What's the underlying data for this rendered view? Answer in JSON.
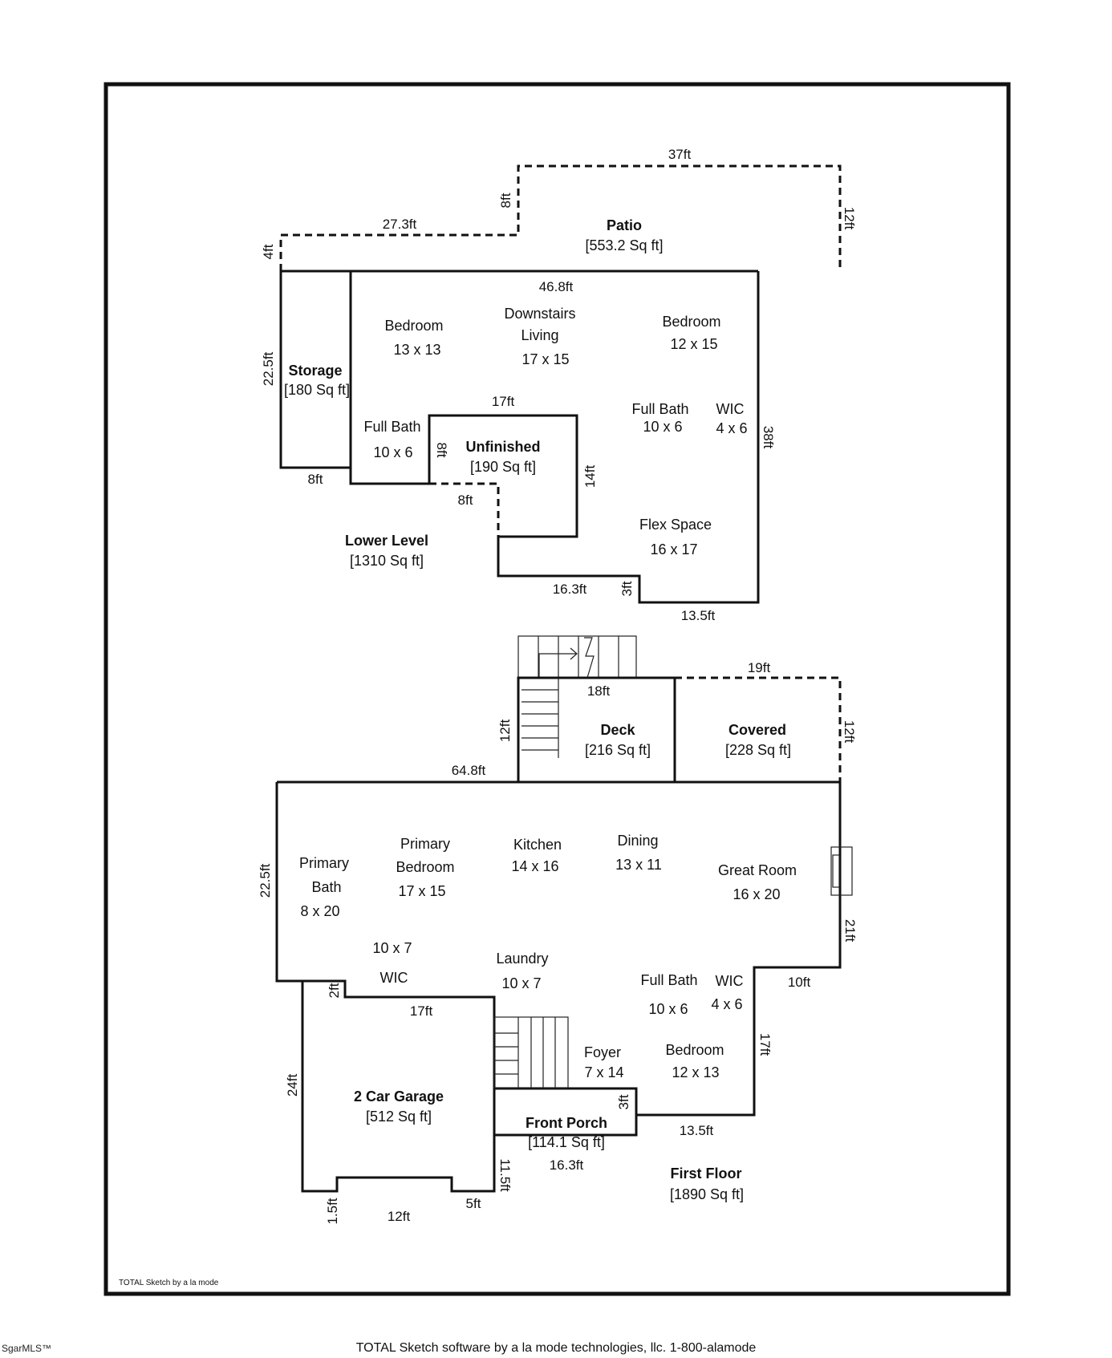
{
  "frame_credit": "TOTAL Sketch by a la mode",
  "footer_credit": "TOTAL Sketch software by a la mode technologies, llc. 1-800-alamode",
  "watermark": "SgarMLS™",
  "lower_level": {
    "title": "Lower Level",
    "area": "[1310 Sq ft]",
    "patio": {
      "name": "Patio",
      "area": "[553.2 Sq ft]"
    },
    "storage": {
      "name": "Storage",
      "area": "[180 Sq ft]"
    },
    "unfinished": {
      "name": "Unfinished",
      "area": "[190 Sq ft]"
    },
    "rooms": {
      "bedroom_left": {
        "name": "Bedroom",
        "size": "13 x 13"
      },
      "downstairs_living": {
        "line1": "Downstairs",
        "line2": "Living",
        "size": "17 x 15"
      },
      "bedroom_right": {
        "name": "Bedroom",
        "size": "12 x 15"
      },
      "full_bath_left": {
        "name": "Full Bath",
        "size": "10 x 6"
      },
      "full_bath_right": {
        "name": "Full Bath",
        "size": "10 x 6"
      },
      "wic": {
        "name": "WIC",
        "size": "4 x 6"
      },
      "flex_space": {
        "name": "Flex Space",
        "size": "16 x 17"
      }
    },
    "dims": {
      "patio_top": "37ft",
      "patio_step": "8ft",
      "patio_right": "12ft",
      "patio_left_top": "27.3ft",
      "patio_left": "4ft",
      "top_wall": "46.8ft",
      "storage_side": "22.5ft",
      "right_wall": "38ft",
      "storage_bottom": "8ft",
      "unfinished_top": "17ft",
      "unfinished_left": "8ft",
      "unfinished_right": "14ft",
      "unfinished_bottom": "8ft",
      "bottom_mid": "16.3ft",
      "bottom_step": "3ft",
      "bottom_right": "13.5ft"
    }
  },
  "first_floor": {
    "title": "First Floor",
    "area": "[1890 Sq ft]",
    "deck": {
      "name": "Deck",
      "area": "[216 Sq ft]"
    },
    "covered": {
      "name": "Covered",
      "area": "[228 Sq ft]"
    },
    "garage": {
      "name": "2 Car Garage",
      "area": "[512 Sq ft]"
    },
    "front_porch": {
      "name": "Front Porch",
      "area": "[114.1 Sq ft]"
    },
    "rooms": {
      "primary_bath": {
        "line1": "Primary",
        "line2": "Bath",
        "size": "8 x 20"
      },
      "primary_bedroom": {
        "line1": "Primary",
        "line2": "Bedroom",
        "size": "17 x 15"
      },
      "kitchen": {
        "name": "Kitchen",
        "size": "14 x 16"
      },
      "dining": {
        "name": "Dining",
        "size": "13 x 11"
      },
      "great_room": {
        "name": "Great Room",
        "size": "16 x 20"
      },
      "wic_left": {
        "size": "10 x 7",
        "name": "WIC"
      },
      "laundry": {
        "name": "Laundry",
        "size": "10 x 7"
      },
      "full_bath": {
        "name": "Full Bath",
        "size": "10 x 6"
      },
      "wic_right": {
        "name": "WIC",
        "size": "4 x 6"
      },
      "foyer": {
        "name": "Foyer",
        "size": "7 x 14"
      },
      "bedroom": {
        "name": "Bedroom",
        "size": "12 x 13"
      }
    },
    "dims": {
      "deck_top": "18ft",
      "deck_side": "12ft",
      "covered_top": "19ft",
      "covered_side": "12ft",
      "top_wall": "64.8ft",
      "left_wall": "22.5ft",
      "right_wall": "21ft",
      "right_step": "10ft",
      "bedroom_side": "17ft",
      "bottom_right": "13.5ft",
      "porch_step": "3ft",
      "porch_bottom": "16.3ft",
      "porch_side": "11.5ft",
      "garage_top": "17ft",
      "garage_step": "2ft",
      "garage_left": "24ft",
      "garage_bottom_left": "1.5ft",
      "garage_bottom": "12ft",
      "garage_bottom_right": "5ft"
    }
  }
}
